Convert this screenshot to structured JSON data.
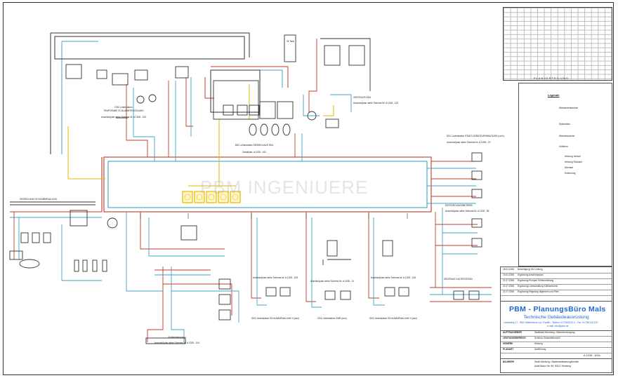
{
  "watermark": "PBM INGENIUERE",
  "plan_title": "PLANVERTEILUNG",
  "legend": {
    "title": "Legende",
    "items": [
      {
        "label": "Wärmeverbraucher",
        "color": "#e6b800"
      },
      {
        "label": "Spitzenlast",
        "color": "#444444"
      },
      {
        "label": "Wärmetauscher",
        "color": "#444444"
      },
      {
        "label": "Kühlturm",
        "color": "#444444"
      },
      {
        "label": "Heizung Vorlauf",
        "color": "#c0392b"
      },
      {
        "label": "Heizung Rücklauf",
        "color": "#3aa6c8"
      },
      {
        "label": "Überlauf",
        "color": "#444444"
      },
      {
        "label": "Entleerung",
        "color": "#e6b800"
      }
    ]
  },
  "revisions": [
    {
      "date": "28.03.2008",
      "text": "Berichtigung TAZ Leitung"
    },
    {
      "date": "15.04.2008",
      "text": "Ergänzung Anschlussplan"
    },
    {
      "date": "21.07.2008",
      "text": "Ergänzung Pumpen Kühlturmleitung"
    },
    {
      "date": "21.07.2008",
      "text": "Ergänzung Lichtschaltung Kühlturmkreis"
    },
    {
      "date": "21.07.2008",
      "text": "Ergänzung Regelung allgemein und Filter"
    }
  ],
  "title_block": {
    "company": "PBM - PlanungsBüro Mals",
    "subtitle": "Technische Gebäudeausrüstung",
    "address": "Landsberg 17 - 9510 Wattenbuch a.d. Popflin - Telefon: 01736/1413-0 - Fax: 01736/1413-20",
    "email": "e-mail: info@pbm.de",
    "rows": [
      {
        "label": "AUFTRAGGEBER",
        "value": "Stadtwerk Nürnberg • Wärmeversorgung"
      },
      {
        "label": "LEISTUNGSBEREICH",
        "value": "Schema Gesamtübersicht"
      },
      {
        "label": "GEWERK",
        "value": "Heizung"
      },
      {
        "label": "PLANART",
        "value": "Ausführung"
      }
    ],
    "plan_number": "A 1208 - 101a",
    "bauherr_label": "BAUHERR",
    "bauherr": "Stadt Nürnberg • Stadtentwässerungsbetrieb",
    "bauherr_address": "Adolf-Braun-Str. 55, 90317 Nürnberg"
  },
  "labels": {
    "kesselhaus": "KESSELHAUS SCHLAMMFAULUNG",
    "temp_gen": "TEMPORÄRE SCHLAMMTROCKNUNG",
    "ddc_top": "DDC-Unterstation",
    "anschluss_top": "Anschlußplan siehe Schema Nr. A 1208 - 103",
    "kessel": "DDC-Unterstation KESSELHAUS SEA",
    "kessel_sub": "Detailplan: A 1208 - 102",
    "verteiler": "VERTEILER SEA",
    "verteiler_sub": "Anschlußplan siehe Schema Nr. A 1208 - 102",
    "stadtg": "DDC-Unterstation STADT-GERÄTEVERWALTUNG (vorh.)",
    "stadtg_sub": "Anschlußplan siehe Schema Nr. A 1208 - 20",
    "entsorgung": "ENTSORGUNGSBETRIEB",
    "entsorgung_sub": "Anschlußplan siehe Schema Nr. A 1208 - 56",
    "kaelte": "ZENTRALE KÄLTESTATION",
    "schlammt1": "DDC-Unterstation SCHLAMMFAULUNG II (neu)",
    "schlammt1_sub": "Anschlußplan siehe Schema Nr. A 1208 - 105",
    "zwe": "DDC-Unterstation ZWB (neu)",
    "zwe_sub": "Anschlußplan siehe Schema Nr. A 1208 - 21",
    "schlammt2": "DDC-Unterstation SCHLAMMFAULUNG II (neu)",
    "schlammt2_sub": "Anschlußplan siehe Schema Nr. A 1208 - 106",
    "schlamm1": "Schlammfaulung I",
    "schlamm1_sub": "Anschlußplan siehe Schema Nr. A 1208 - 104",
    "tank_label": "Öl-Tank"
  }
}
